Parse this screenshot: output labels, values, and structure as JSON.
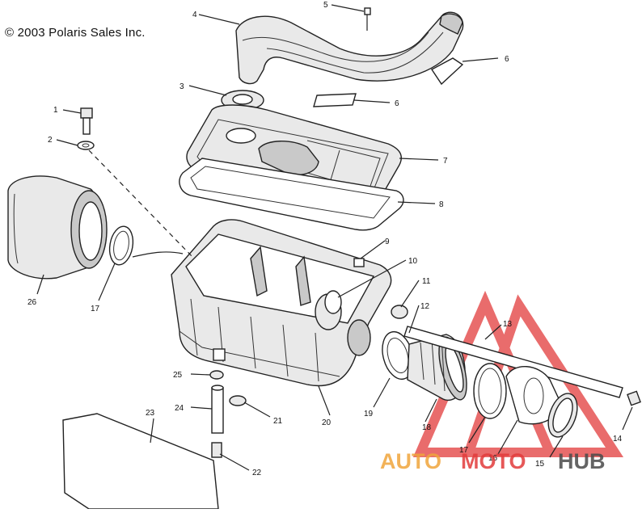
{
  "copyright": "© 2003 Polaris Sales Inc.",
  "callouts": [
    "1",
    "2",
    "3",
    "4",
    "5",
    "6",
    "6",
    "7",
    "8",
    "9",
    "10",
    "11",
    "12",
    "13",
    "14",
    "15",
    "16",
    "17",
    "17",
    "18",
    "19",
    "20",
    "21",
    "22",
    "23",
    "24",
    "25",
    "26"
  ],
  "watermark": {
    "part1": "AUTO",
    "part2": "MOTO",
    "part3": "HUB",
    "color_orange": "#f0a53c",
    "color_red": "#e23b3b",
    "color_dark": "#4a4a4a"
  }
}
